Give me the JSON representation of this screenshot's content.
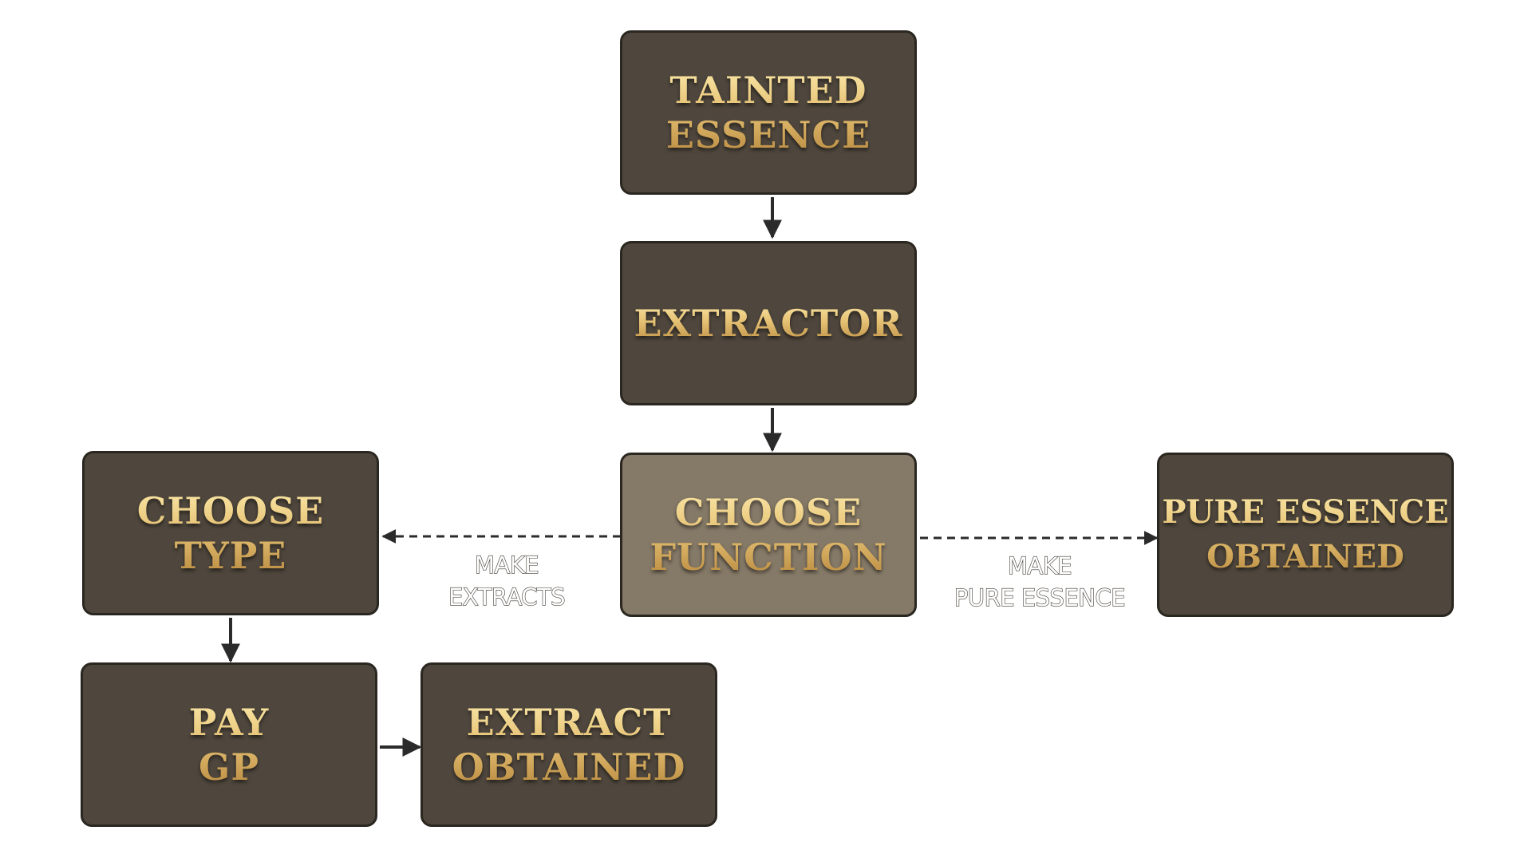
{
  "colors": {
    "node_fill": "#4f473d",
    "node_fill_highlight": "#857967",
    "node_border": "#2a2620",
    "label_gold": "#e6c275",
    "arrow": "#2b2b2b"
  },
  "nodes": {
    "tainted_essence": {
      "lines": [
        "TAINTED",
        "ESSENCE"
      ]
    },
    "extractor": {
      "lines": [
        "EXTRACTOR"
      ]
    },
    "choose_function": {
      "lines": [
        "CHOOSE",
        "FUNCTION"
      ]
    },
    "choose_type": {
      "lines": [
        "CHOOSE",
        "TYPE"
      ]
    },
    "pure_essence_obtained": {
      "lines": [
        "PURE ESSENCE",
        "OBTAINED"
      ]
    },
    "pay_gp": {
      "lines": [
        "PAY",
        "GP"
      ]
    },
    "extract_obtained": {
      "lines": [
        "EXTRACT",
        "OBTAINED"
      ]
    }
  },
  "edges": {
    "make_extracts": {
      "lines": [
        "MAKE",
        "EXTRACTS"
      ]
    },
    "make_pure_essence": {
      "lines": [
        "MAKE",
        "PURE ESSENCE"
      ]
    }
  }
}
